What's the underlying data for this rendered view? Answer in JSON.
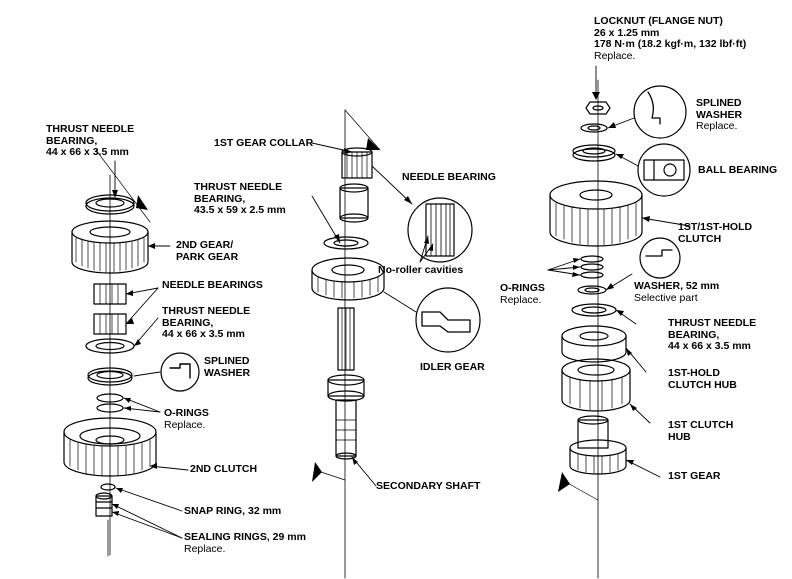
{
  "labels": {
    "thrust_bearing_left": {
      "line1": "THRUST NEEDLE",
      "line2": "BEARING,",
      "line3": "44 x 66 x 3.5 mm"
    },
    "second_gear": {
      "line1": "2ND GEAR/",
      "line2": "PARK GEAR"
    },
    "needle_bearings": "NEEDLE BEARINGS",
    "thrust_bearing_left2": {
      "line1": "THRUST NEEDLE",
      "line2": "BEARING,",
      "line3": "44 x 66 x 3.5 mm"
    },
    "splined_washer_left": {
      "line1": "SPLINED",
      "line2": "WASHER"
    },
    "orings_left": {
      "line1": "O-RINGS",
      "line2": "Replace."
    },
    "second_clutch": "2ND CLUTCH",
    "snap_ring": "SNAP RING, 32 mm",
    "sealing_rings": {
      "line1": "SEALING RINGS, 29 mm",
      "line2": "Replace."
    },
    "first_gear_collar": "1ST GEAR COLLAR",
    "thrust_bearing_mid": {
      "line1": "THRUST NEEDLE",
      "line2": "BEARING,",
      "line3": "43.5 x 59 x 2.5 mm"
    },
    "needle_bearing": "NEEDLE BEARING",
    "no_roller_cavities": "No-roller cavities",
    "idler_gear": "IDLER GEAR",
    "secondary_shaft": "SECONDARY SHAFT",
    "locknut": {
      "line1": "LOCKNUT (FLANGE NUT)",
      "line2": "26 x 1.25 mm",
      "line3": "178 N·m (18.2 kgf·m, 132 lbf·ft)",
      "line4": "Replace."
    },
    "splined_washer_right": {
      "line1": "SPLINED",
      "line2": "WASHER",
      "line3": "Replace."
    },
    "ball_bearing": "BALL BEARING",
    "first_hold_clutch": {
      "line1": "1ST/1ST-HOLD",
      "line2": "CLUTCH"
    },
    "orings_right": {
      "line1": "O-RINGS",
      "line2": "Replace."
    },
    "washer": {
      "line1": "WASHER, 52 mm",
      "line2": "Selective part"
    },
    "thrust_bearing_right": {
      "line1": "THRUST NEEDLE",
      "line2": "BEARING,",
      "line3": "44 x 66 x 3.5 mm"
    },
    "first_hold_hub": {
      "line1": "1ST-HOLD",
      "line2": "CLUTCH HUB"
    },
    "first_clutch_hub": {
      "line1": "1ST CLUTCH",
      "line2": "HUB"
    },
    "first_gear": "1ST GEAR"
  },
  "colors": {
    "ink": "#000000",
    "paper": "#ffffff"
  }
}
